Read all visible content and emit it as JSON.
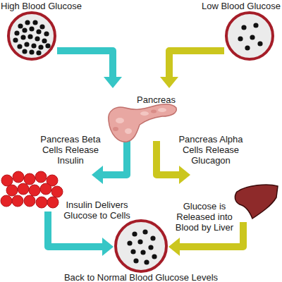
{
  "diagram": {
    "nodes": [
      {
        "text": [
          "High Blood Glucose"
        ]
      },
      {
        "text": [
          "Low Blood Glucose"
        ]
      },
      {
        "text": [
          "Pancreas"
        ]
      },
      {
        "text": [
          "Insulin Delivers Glucose to Cells"
        ]
      },
      {
        "text": [
          "Glucose is Released into Blood by Liver"
        ]
      },
      {
        "text": [
          "Back to Normal Blood Glucose Levels"
        ]
      }
    ],
    "edges": [
      {
        "from": 0,
        "to": 2,
        "arrow": "to"
      },
      {
        "from": 1,
        "to": 2,
        "arrow": "to"
      },
      {
        "from": 2,
        "to": 3,
        "label": "Pancreas Beta Cells Release Insulin",
        "arrow": "to"
      },
      {
        "from": 2,
        "to": 4,
        "label": "Pancreas Alpha Cells Release Glucagon",
        "arrow": "to"
      },
      {
        "from": 3,
        "to": 5,
        "arrow": "to"
      },
      {
        "from": 4,
        "to": 5,
        "arrow": "to"
      }
    ]
  }
}
